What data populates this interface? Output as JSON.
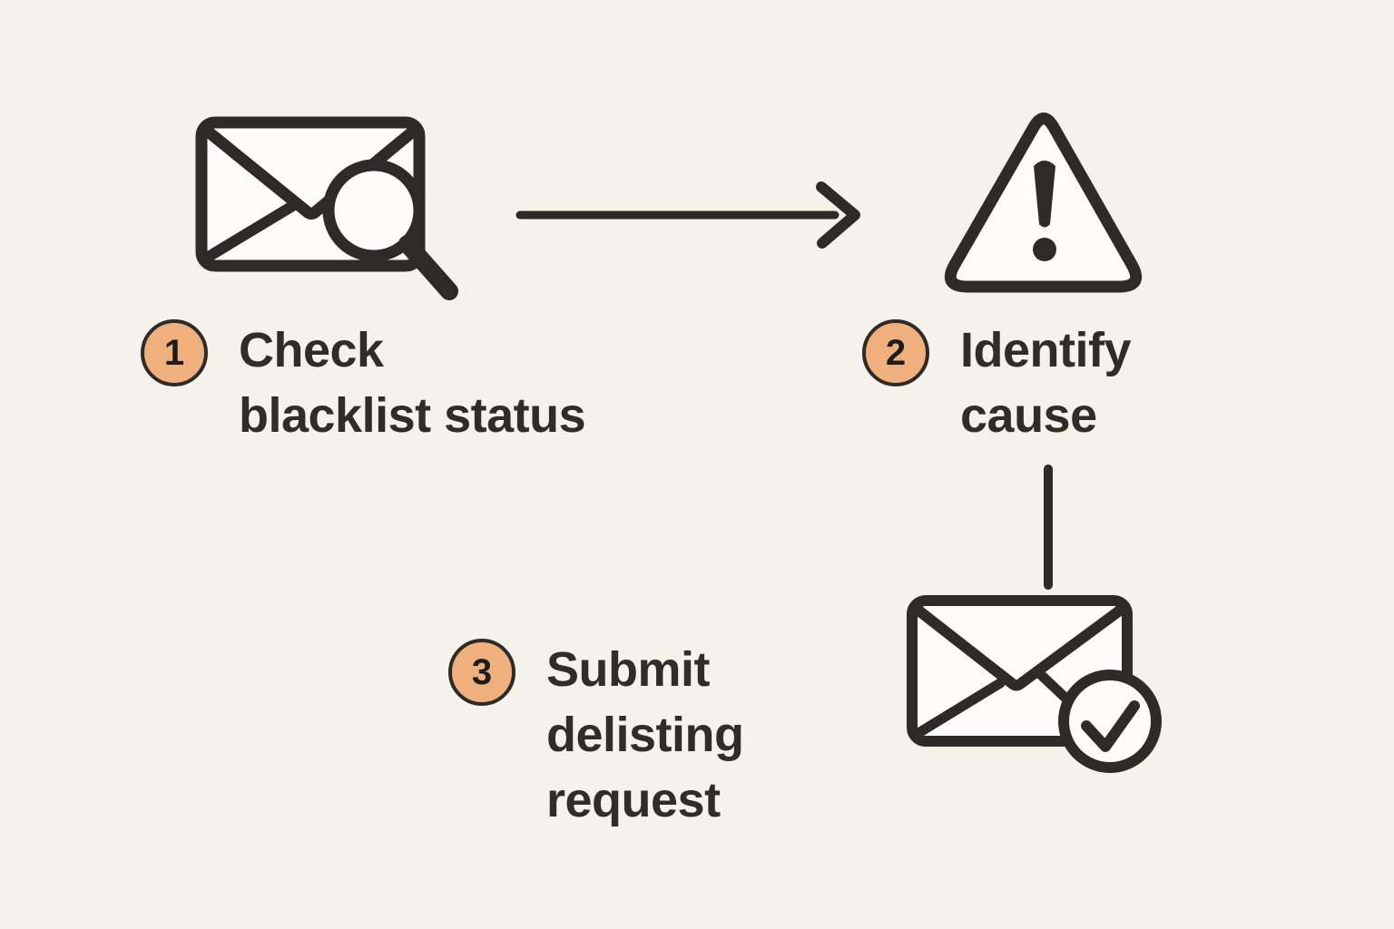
{
  "steps": [
    {
      "number": "1",
      "label": "Check\nblacklist status",
      "icon": "envelope-magnifier-icon"
    },
    {
      "number": "2",
      "label": "Identify\ncause",
      "icon": "warning-triangle-icon"
    },
    {
      "number": "3",
      "label": "Submit\ndelisting\nrequest",
      "icon": "envelope-checkmark-icon"
    }
  ],
  "connectors": [
    {
      "type": "arrow",
      "direction": "right",
      "from": "step-1",
      "to": "step-2"
    },
    {
      "type": "line",
      "direction": "down",
      "from": "step-2",
      "to": "step-3"
    }
  ],
  "colors": {
    "background": "#f5f2ec",
    "ink": "#2d2b28",
    "icon_fill": "#fdfcf8",
    "badge_fill": "#f0b07d",
    "badge_number": "#1d1c1a",
    "text": "#2e2d2a"
  }
}
